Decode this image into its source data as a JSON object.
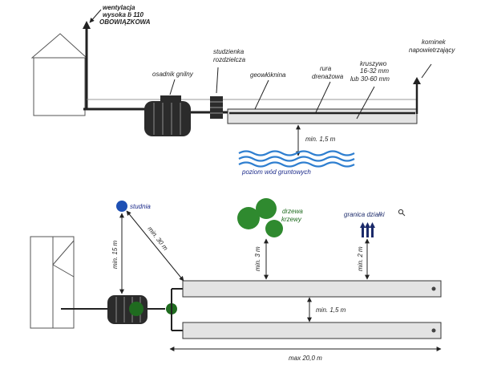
{
  "top": {
    "wentylacja_line1": "wentylacja",
    "wentylacja_line2": "wysoka ḃ 110",
    "wentylacja_line3": "OBOWIĄZKOWA",
    "osadnik": "osadnik gnilny",
    "studzienka_line1": "studzienka",
    "studzienka_line2": "rozdzielcza",
    "geowloknina": "geowłóknina",
    "rura_line1": "rura",
    "rura_line2": "drenażowa",
    "kruszywo_line1": "kruszywo",
    "kruszywo_line2": "16-32 mm",
    "kruszywo_line3": "lub  30-60 mm",
    "kominek_line1": "kominek",
    "kominek_line2": "napowietrzający",
    "min_depth": "min. 1,5 m",
    "groundwater": "poziom wód gruntowych"
  },
  "bottom": {
    "studnia": "studnia",
    "min15": "min. 15 m",
    "min30": "min. 30 m",
    "drzewa_line1": "drzewa",
    "drzewa_line2": "krzewy",
    "granica": "granica działki",
    "min3": "min. 3 m",
    "min2": "min. 2 m",
    "min_spacing": "min. 1,5 m",
    "max_length": "max 20,0 m"
  },
  "colors": {
    "line": "#222222",
    "tank": "#2b2b2b",
    "pipe_fill": "#e3e3e3",
    "water": "#2f7fd0",
    "tree": "#2f8a2f",
    "well": "#1e50b4",
    "border_arrow": "#1b2a6a",
    "node": "#1f6b1f"
  }
}
